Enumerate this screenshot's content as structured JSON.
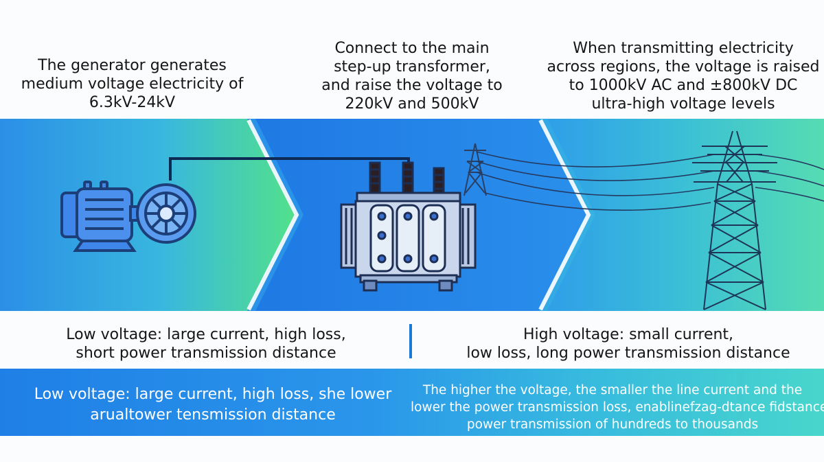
{
  "captions": {
    "generator": [
      "The generator generates",
      "medium voltage electricity of",
      "6.3kV-24kV"
    ],
    "step_up": [
      "Connect to the main",
      "step-up transformer,",
      "and raise the voltage to",
      "220kV and 500kV"
    ],
    "uhv": [
      "When transmitting electricity",
      "across regions, the voltage is raised",
      "to 1000kV AC and ±800kV DC",
      "ultra-high voltage levels"
    ]
  },
  "comparison": {
    "low": [
      "Low voltage: large current, high loss,",
      "short power transmission distance"
    ],
    "high": [
      "High voltage: small current,",
      "low loss, long power transmission distance"
    ]
  },
  "footer": {
    "left": [
      "Low voltage: large current, high loss, she lower",
      "arualtower tensmission distance"
    ],
    "right": [
      "The higher the voltage, the smaller the line current and the",
      "lower the power transmission loss, enablinefzag-dtance fidstance",
      "power transmission of hundreds to thousands"
    ]
  },
  "colors": {
    "band_start": "#2a8fe8",
    "band_end": "#55d8b6",
    "divider": "#1e78d6"
  },
  "icons": [
    "generator-icon",
    "transformer-icon",
    "transmission-tower-icon",
    "chevron-arrow-icon"
  ]
}
